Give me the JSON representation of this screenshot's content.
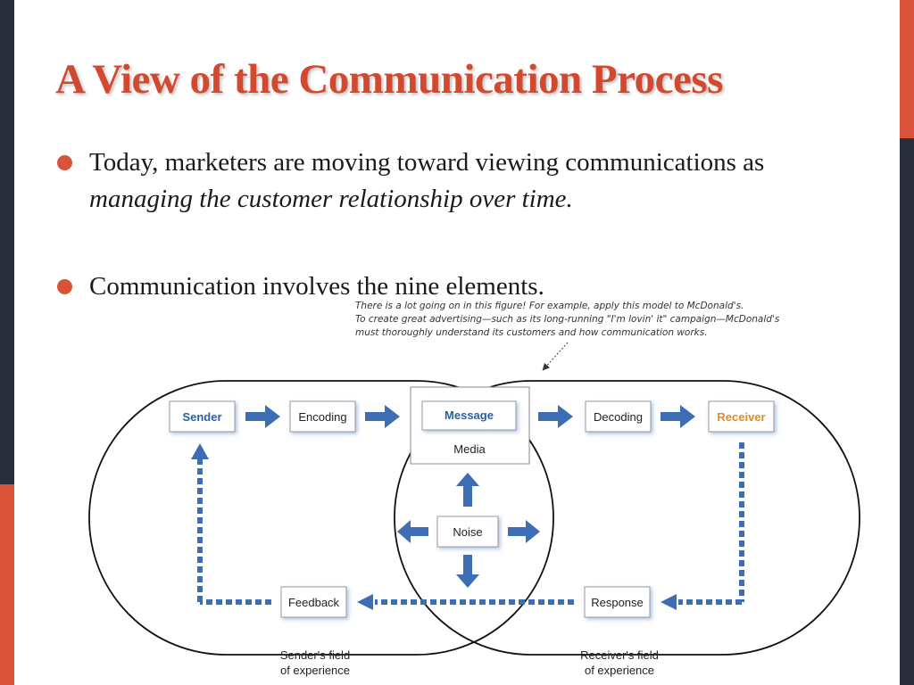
{
  "slide": {
    "title": "A View of the Communication Process",
    "bullets": [
      {
        "plain": "Today, marketers are moving toward viewing communications as ",
        "italic": "managing the customer relationship over time."
      },
      {
        "plain": "Communication involves the nine elements.",
        "italic": ""
      }
    ]
  },
  "figure": {
    "caption_lines": [
      "There is a lot going on in this figure!  For example, apply this model to McDonald's.",
      "To create great advertising—such as its long-running \"I'm lovin' it\" campaign—McDonald's",
      "must thoroughly understand its customers and how communication works."
    ],
    "elements": {
      "sender": "Sender",
      "encoding": "Encoding",
      "message": "Message",
      "media": "Media",
      "decoding": "Decoding",
      "receiver": "Receiver",
      "noise": "Noise",
      "feedback": "Feedback",
      "response": "Response"
    },
    "fields": {
      "sender_line1": "Sender's field",
      "sender_line2": "of experience",
      "receiver_line1": "Receiver's field",
      "receiver_line2": "of experience"
    },
    "colors": {
      "accent_red": "#d9533a",
      "arrow_blue": "#3d6db5",
      "sender_text": "#2b5da8",
      "receiver_text": "#e0882a"
    }
  }
}
